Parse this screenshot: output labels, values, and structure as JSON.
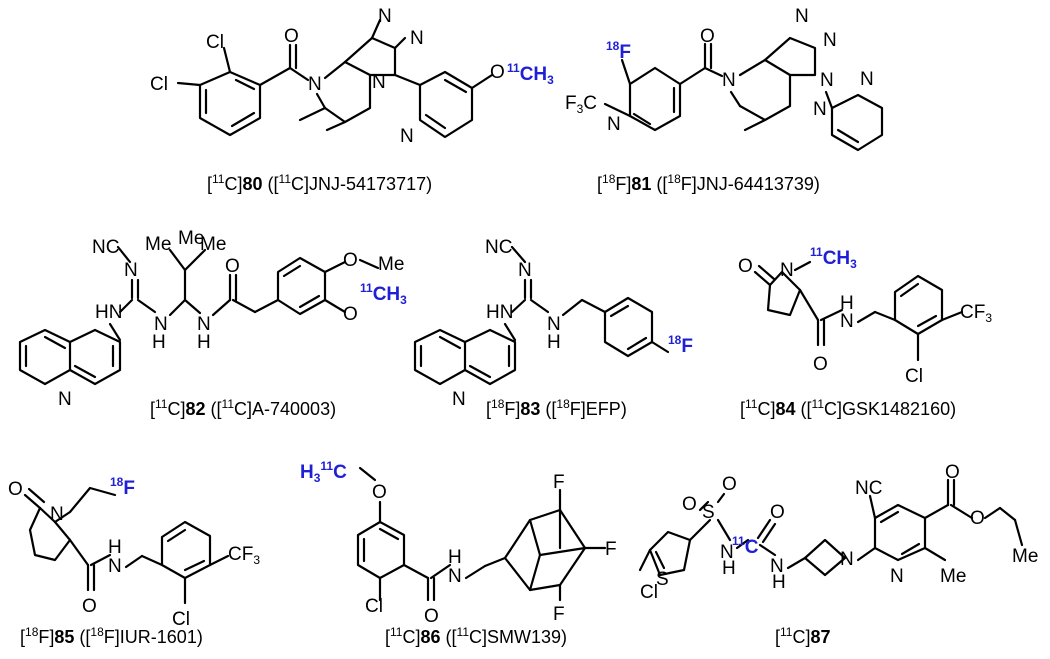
{
  "compounds": [
    {
      "id": "80",
      "label": "80",
      "iso_mass": "11",
      "iso_el": "C",
      "alias": "JNJ-54173717",
      "label_tag": "CH3"
    },
    {
      "id": "81",
      "label": "81",
      "iso_mass": "18",
      "iso_el": "F",
      "alias": "JNJ-64413739",
      "label_tag": "F"
    },
    {
      "id": "82",
      "label": "82",
      "iso_mass": "11",
      "iso_el": "C",
      "alias": "A-740003",
      "label_tag": "CH3"
    },
    {
      "id": "83",
      "label": "83",
      "iso_mass": "18",
      "iso_el": "F",
      "alias": "EFP",
      "label_tag": "F"
    },
    {
      "id": "84",
      "label": "84",
      "iso_mass": "11",
      "iso_el": "C",
      "alias": "GSK1482160",
      "label_tag": "CH3"
    },
    {
      "id": "85",
      "label": "85",
      "iso_mass": "18",
      "iso_el": "F",
      "alias": "IUR-1601",
      "label_tag": "F"
    },
    {
      "id": "86",
      "label": "86",
      "iso_mass": "11",
      "iso_el": "C",
      "alias": "SMW139",
      "label_tag": "H3 11C"
    },
    {
      "id": "87",
      "label": "87",
      "iso_mass": "11",
      "iso_el": "C",
      "alias": "",
      "label_tag": "C"
    }
  ],
  "atoms": {
    "cl": "Cl",
    "n": "N",
    "o": "O",
    "f": "F",
    "s": "S",
    "h": "H",
    "me": "Me",
    "nc": "NC",
    "hn": "HN",
    "nh": "NH",
    "ome": "Me",
    "cf3": "CF",
    "three": "3",
    "ch": "CH",
    "c": "C",
    "h3": "H",
    "f3c": "F",
    "f3c_c": "C"
  },
  "colors": {
    "isotope_label": "#1f1fd6",
    "ink": "#000000"
  }
}
